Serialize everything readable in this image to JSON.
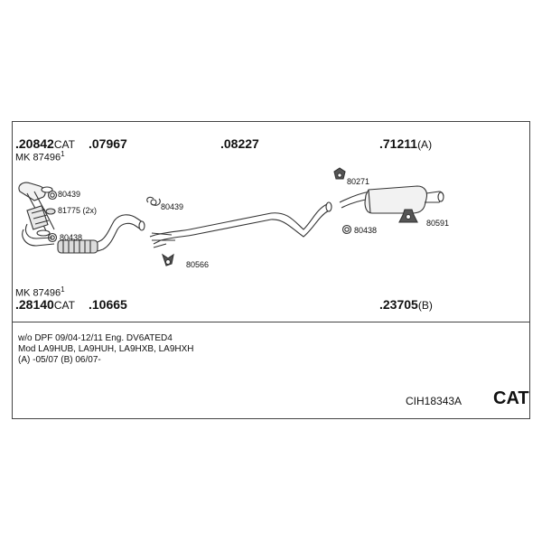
{
  "parts": {
    "p20842": {
      "number": ".20842",
      "suffix": "CAT"
    },
    "p07967": {
      "number": ".07967",
      "suffix": ""
    },
    "p08227": {
      "number": ".08227",
      "suffix": ""
    },
    "p71211": {
      "number": ".71211",
      "suffix": "(A)"
    },
    "p28140": {
      "number": ".28140",
      "suffix": "CAT"
    },
    "p10665": {
      "number": ".10665",
      "suffix": ""
    },
    "p23705": {
      "number": ".23705",
      "suffix": "(B)"
    }
  },
  "mk_top": {
    "text": "MK 87496",
    "sup": "1"
  },
  "mk_bottom": {
    "text": "MK 87496",
    "sup": "1"
  },
  "labels": {
    "l80439a": "80439",
    "l81775": "81775 (2x)",
    "l80438a": "80438",
    "l80439b": "80439",
    "l80566": "80566",
    "l80271": "80271",
    "l80438b": "80438",
    "l80591": "80591"
  },
  "notes": [
    "w/o DPF   09/04-12/11   Eng.  DV6ATED4",
    "Mod LA9HUB, LA9HUH, LA9HXB, LA9HXH",
    "(A) -05/07 (B) 06/07-"
  ],
  "kit_code": "CIH18343A",
  "category": "CAT",
  "colors": {
    "line": "#333333",
    "fill": "#f2f2f2",
    "dark": "#555555"
  }
}
